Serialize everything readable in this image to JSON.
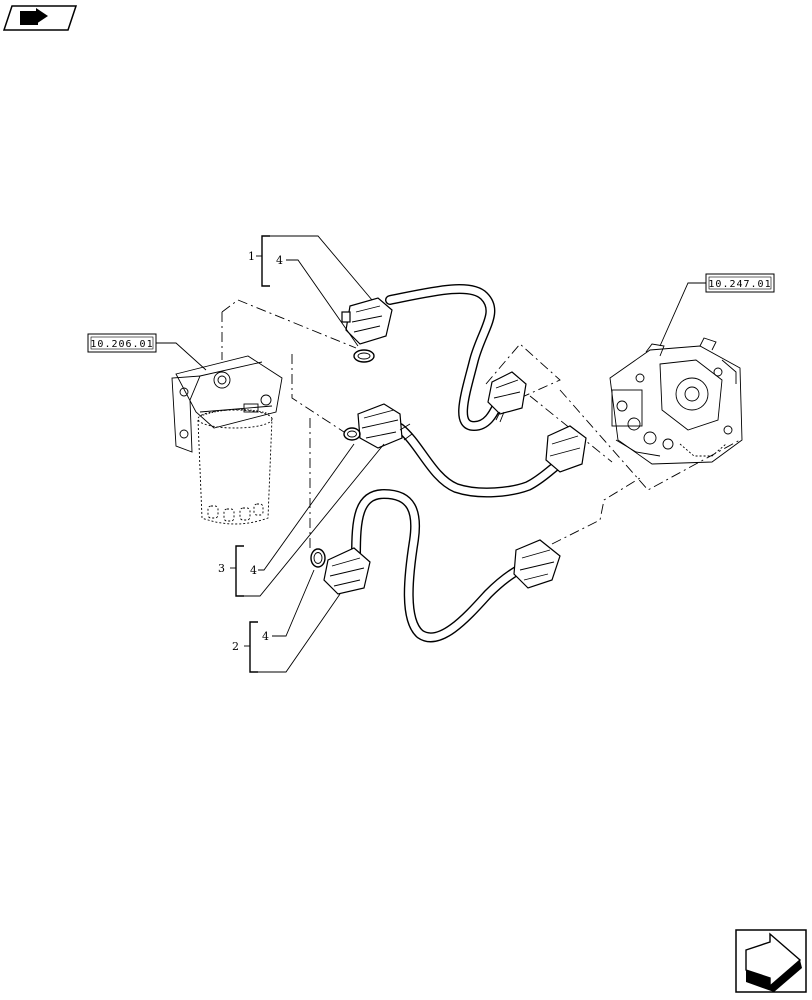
{
  "references": {
    "fuel_filter": "10.206.01",
    "injection_pump": "10.247.01"
  },
  "callouts": [
    {
      "item": "1",
      "sub": "4"
    },
    {
      "item": "3",
      "sub": "4"
    },
    {
      "item": "2",
      "sub": "4"
    }
  ],
  "icons": {
    "top_left": "book-arrow-icon",
    "bottom_right": "next-page-arrow-icon"
  }
}
